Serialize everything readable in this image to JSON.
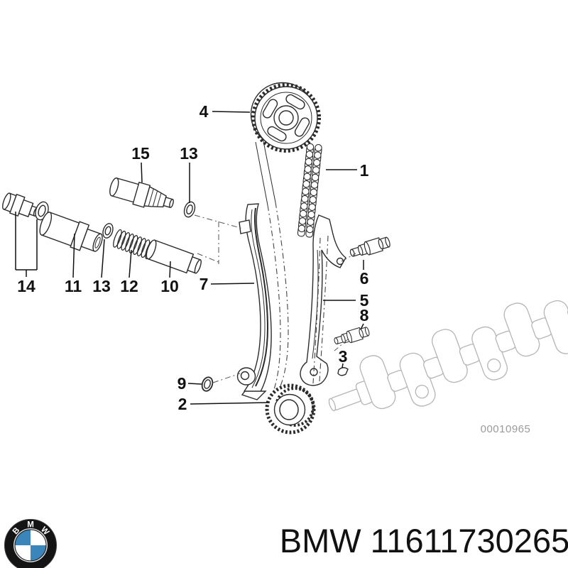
{
  "diagram": {
    "watermark": "00010965",
    "part_labels": [
      "4",
      "15",
      "13",
      "1",
      "14",
      "11",
      "13",
      "12",
      "10",
      "7",
      "6",
      "5",
      "8",
      "3",
      "9",
      "2"
    ]
  },
  "footer": {
    "part_line": "BMW 11611730265",
    "logo_letters": [
      "B",
      "M",
      "W"
    ]
  },
  "colors": {
    "bmw_blue": "#3a86bb",
    "line_dark": "#2b2b2b",
    "crank_gray": "#b5b5b5",
    "watermark_gray": "#9a9a9a"
  }
}
